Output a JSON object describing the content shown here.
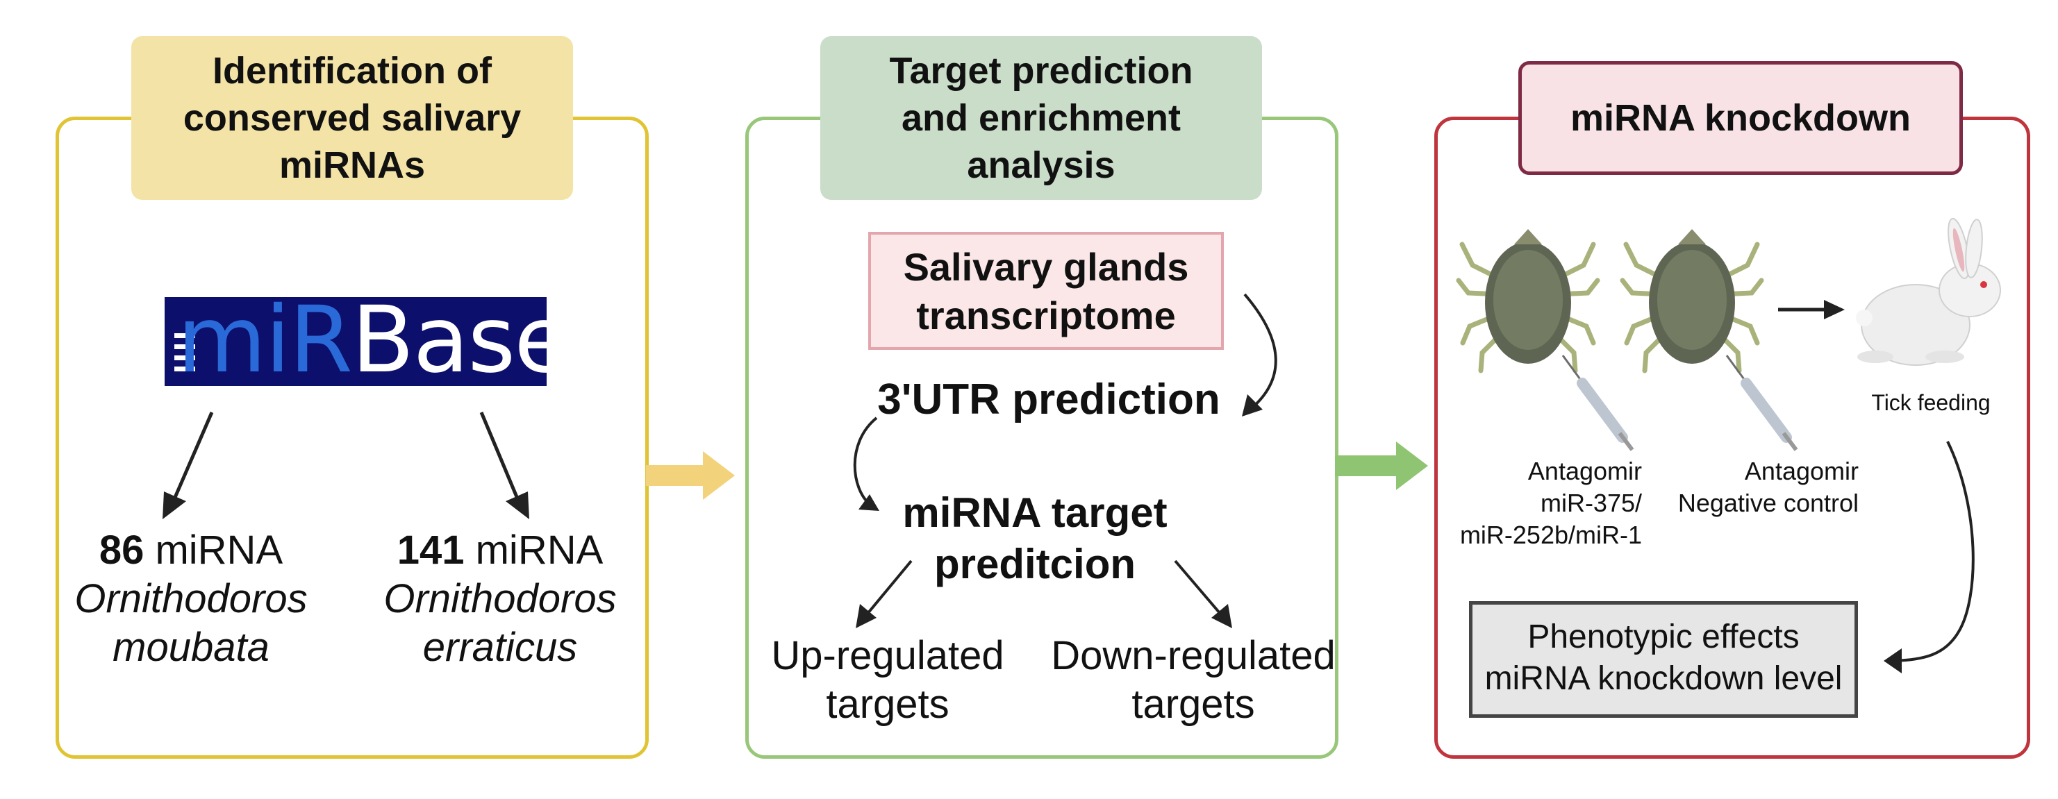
{
  "colors": {
    "panel1_border": "#e0c434",
    "panel1_header_bg": "#f3e3a6",
    "panel2_border": "#98c77a",
    "panel2_header_bg": "#c9ddc9",
    "panel3_border": "#c0353d",
    "panel3_header_bg": "#f8e2e6",
    "panel3_header_border": "#7f2a45",
    "transcriptome_bg": "#fbe7e7",
    "transcriptome_border": "#e3a6ad",
    "mirbase_bg": "#0c0f6c",
    "mirbase_mi": "#2a6ad8",
    "mirbase_base": "#ffffff",
    "phenotypic_bg": "#e6e6e6",
    "arrow_yellow": "#f2d27a",
    "arrow_green": "#8fc572"
  },
  "panel1": {
    "title": "Identification of conserved salivary miRNAs",
    "logo": {
      "part1": "mi",
      "part2": "R",
      "part3": "Base"
    },
    "left": {
      "count": "86",
      "unit": " miRNA",
      "species_l1": "Ornithodoros",
      "species_l2": "moubata"
    },
    "right": {
      "count": "141",
      "unit": " miRNA",
      "species_l1": "Ornithodoros",
      "species_l2": "erraticus"
    }
  },
  "panel2": {
    "title": "Target prediction and enrichment analysis",
    "transcriptome_l1": "Salivary glands",
    "transcriptome_l2": "transcriptome",
    "utr": "3'UTR prediction",
    "target_l1": "miRNA target",
    "target_l2": "preditcion",
    "up_l1": "Up-regulated",
    "up_l2": "targets",
    "down_l1": "Down-regulated",
    "down_l2": "targets"
  },
  "panel3": {
    "title": "miRNA knockdown",
    "antagomir1_l1": "Antagomir",
    "antagomir1_l2": "miR-375/",
    "antagomir1_l3": "miR-252b/miR-1",
    "antagomir2_l1": "Antagomir",
    "antagomir2_l2": "Negative control",
    "feeding": "Tick feeding",
    "phenotypic_l1": "Phenotypic effects",
    "phenotypic_l2": "miRNA knockdown level"
  }
}
